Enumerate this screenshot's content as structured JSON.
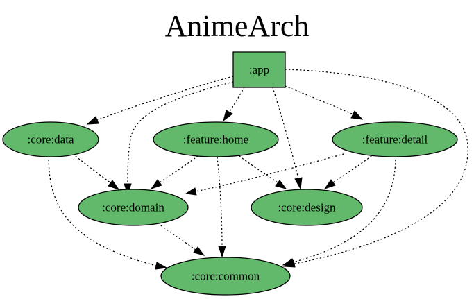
{
  "graph": {
    "title": "AnimeArch",
    "node_fill": "#63b96b",
    "stroke_color": "#000000",
    "nodes": {
      "app": ":app",
      "core_data": ":core:data",
      "feature_home": ":feature:home",
      "feature_detail": ":feature:detail",
      "core_domain": ":core:domain",
      "core_design": ":core:design",
      "core_common": ":core:common"
    },
    "edges": [
      {
        "from": ":app",
        "to": ":core:data"
      },
      {
        "from": ":app",
        "to": ":feature:home"
      },
      {
        "from": ":app",
        "to": ":feature:detail"
      },
      {
        "from": ":app",
        "to": ":core:domain"
      },
      {
        "from": ":app",
        "to": ":core:design"
      },
      {
        "from": ":app",
        "to": ":core:common"
      },
      {
        "from": ":core:data",
        "to": ":core:domain"
      },
      {
        "from": ":core:data",
        "to": ":core:common"
      },
      {
        "from": ":feature:home",
        "to": ":core:domain"
      },
      {
        "from": ":feature:home",
        "to": ":core:design"
      },
      {
        "from": ":feature:home",
        "to": ":core:common"
      },
      {
        "from": ":feature:detail",
        "to": ":core:domain"
      },
      {
        "from": ":feature:detail",
        "to": ":core:design"
      },
      {
        "from": ":feature:detail",
        "to": ":core:common"
      },
      {
        "from": ":core:domain",
        "to": ":core:common"
      }
    ]
  }
}
